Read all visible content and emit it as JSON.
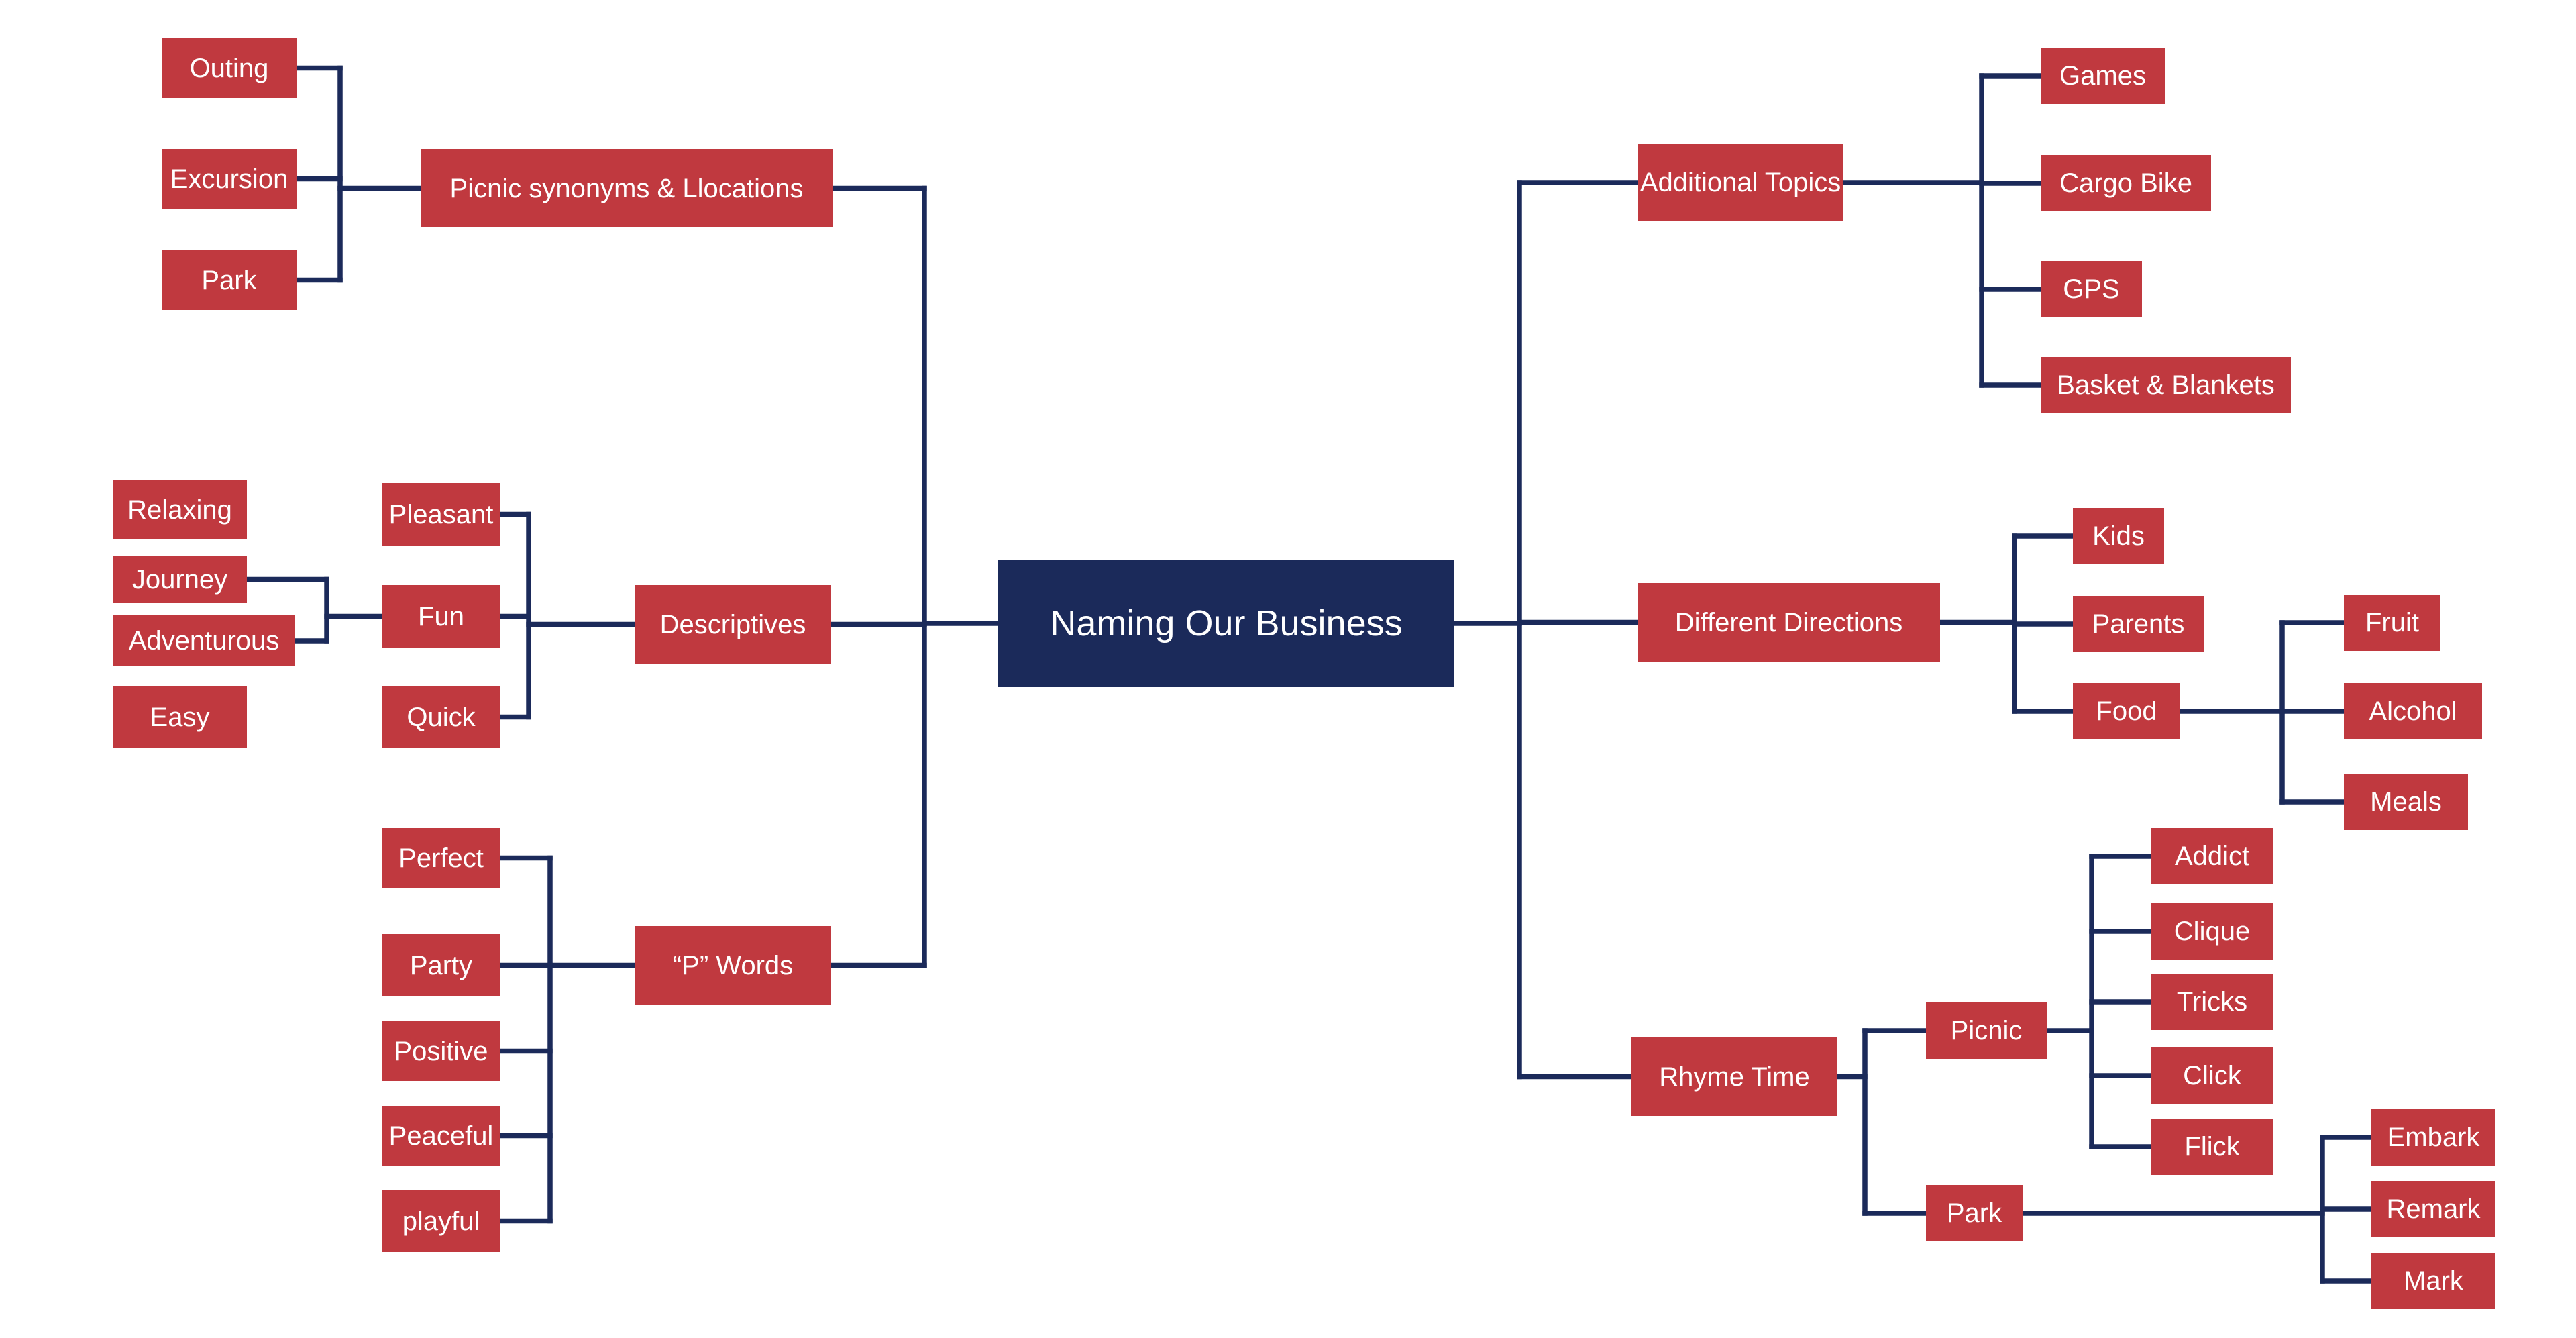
{
  "diagram": {
    "colors": {
      "node_fill": "#c0393f",
      "center_fill": "#1b2a5a",
      "connector": "#1b2a5a",
      "text": "#ffffff",
      "background": "#ffffff"
    },
    "center": "Naming Our Business",
    "branches": [
      {
        "label": "Picnic synonyms & Llocations",
        "children": [
          {
            "label": "Outing"
          },
          {
            "label": "Excursion"
          },
          {
            "label": "Park"
          }
        ]
      },
      {
        "label": "Descriptives",
        "children": [
          {
            "label": "Pleasant",
            "children": [
              {
                "label": "Relaxing"
              }
            ]
          },
          {
            "label": "Fun",
            "children": [
              {
                "label": "Journey"
              },
              {
                "label": "Adventurous"
              }
            ]
          },
          {
            "label": "Quick",
            "children": [
              {
                "label": "Easy"
              }
            ]
          }
        ]
      },
      {
        "label": "“P” Words",
        "children": [
          {
            "label": "Perfect"
          },
          {
            "label": "Party"
          },
          {
            "label": "Positive"
          },
          {
            "label": "Peaceful"
          },
          {
            "label": "playful"
          }
        ]
      },
      {
        "label": "Additional Topics",
        "children": [
          {
            "label": "Games"
          },
          {
            "label": "Cargo Bike"
          },
          {
            "label": "GPS"
          },
          {
            "label": "Basket & Blankets"
          }
        ]
      },
      {
        "label": "Different Directions",
        "children": [
          {
            "label": "Kids"
          },
          {
            "label": "Parents"
          },
          {
            "label": "Food",
            "children": [
              {
                "label": "Fruit"
              },
              {
                "label": "Alcohol"
              },
              {
                "label": "Meals"
              }
            ]
          }
        ]
      },
      {
        "label": "Rhyme Time",
        "children": [
          {
            "label": "Picnic",
            "children": [
              {
                "label": "Addict"
              },
              {
                "label": "Clique"
              },
              {
                "label": "Tricks"
              },
              {
                "label": "Click"
              },
              {
                "label": "Flick"
              }
            ]
          },
          {
            "label": "Park",
            "children": [
              {
                "label": "Embark"
              },
              {
                "label": "Remark"
              },
              {
                "label": "Mark"
              }
            ]
          }
        ]
      }
    ]
  }
}
